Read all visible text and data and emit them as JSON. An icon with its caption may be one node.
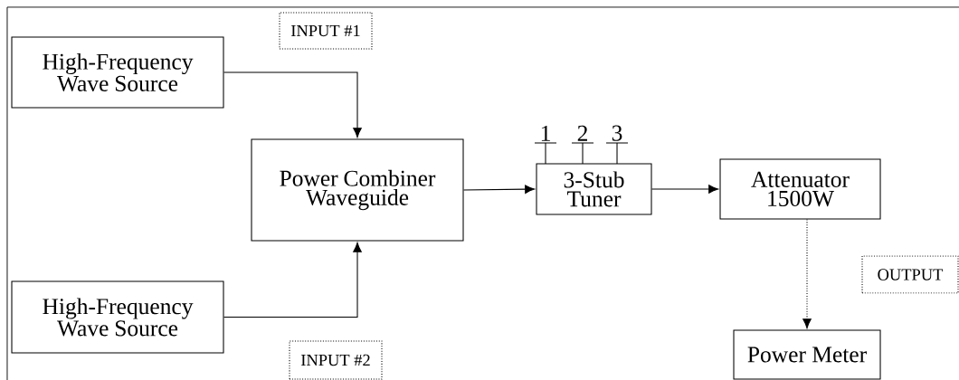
{
  "diagram": {
    "nodes": [
      {
        "text": [
          "High-Frequency Wave Source"
        ]
      },
      {
        "text": [
          "INPUT #1"
        ]
      },
      {
        "text": [
          "Power Combiner Waveguide"
        ]
      },
      {
        "text": [
          "3-Stub Tuner"
        ]
      },
      {
        "text": [
          "Attenuator 1500W"
        ]
      },
      {
        "text": [
          "High-Frequency Wave Source"
        ]
      },
      {
        "text": [
          "INPUT #2"
        ]
      },
      {
        "text": [
          "OUTPUT"
        ]
      },
      {
        "text": [
          "Power Meter"
        ]
      }
    ],
    "edges": [
      {
        "from": 0,
        "to": 2,
        "arrow": "to"
      },
      {
        "from": 5,
        "to": 2,
        "arrow": "to"
      },
      {
        "from": 2,
        "to": 3,
        "arrow": "to"
      },
      {
        "from": 3,
        "to": 4,
        "arrow": "to"
      },
      {
        "from": 4,
        "to": 8,
        "arrow": "to",
        "style": "dashed"
      }
    ],
    "labels": [
      "1",
      "2",
      "3"
    ]
  }
}
